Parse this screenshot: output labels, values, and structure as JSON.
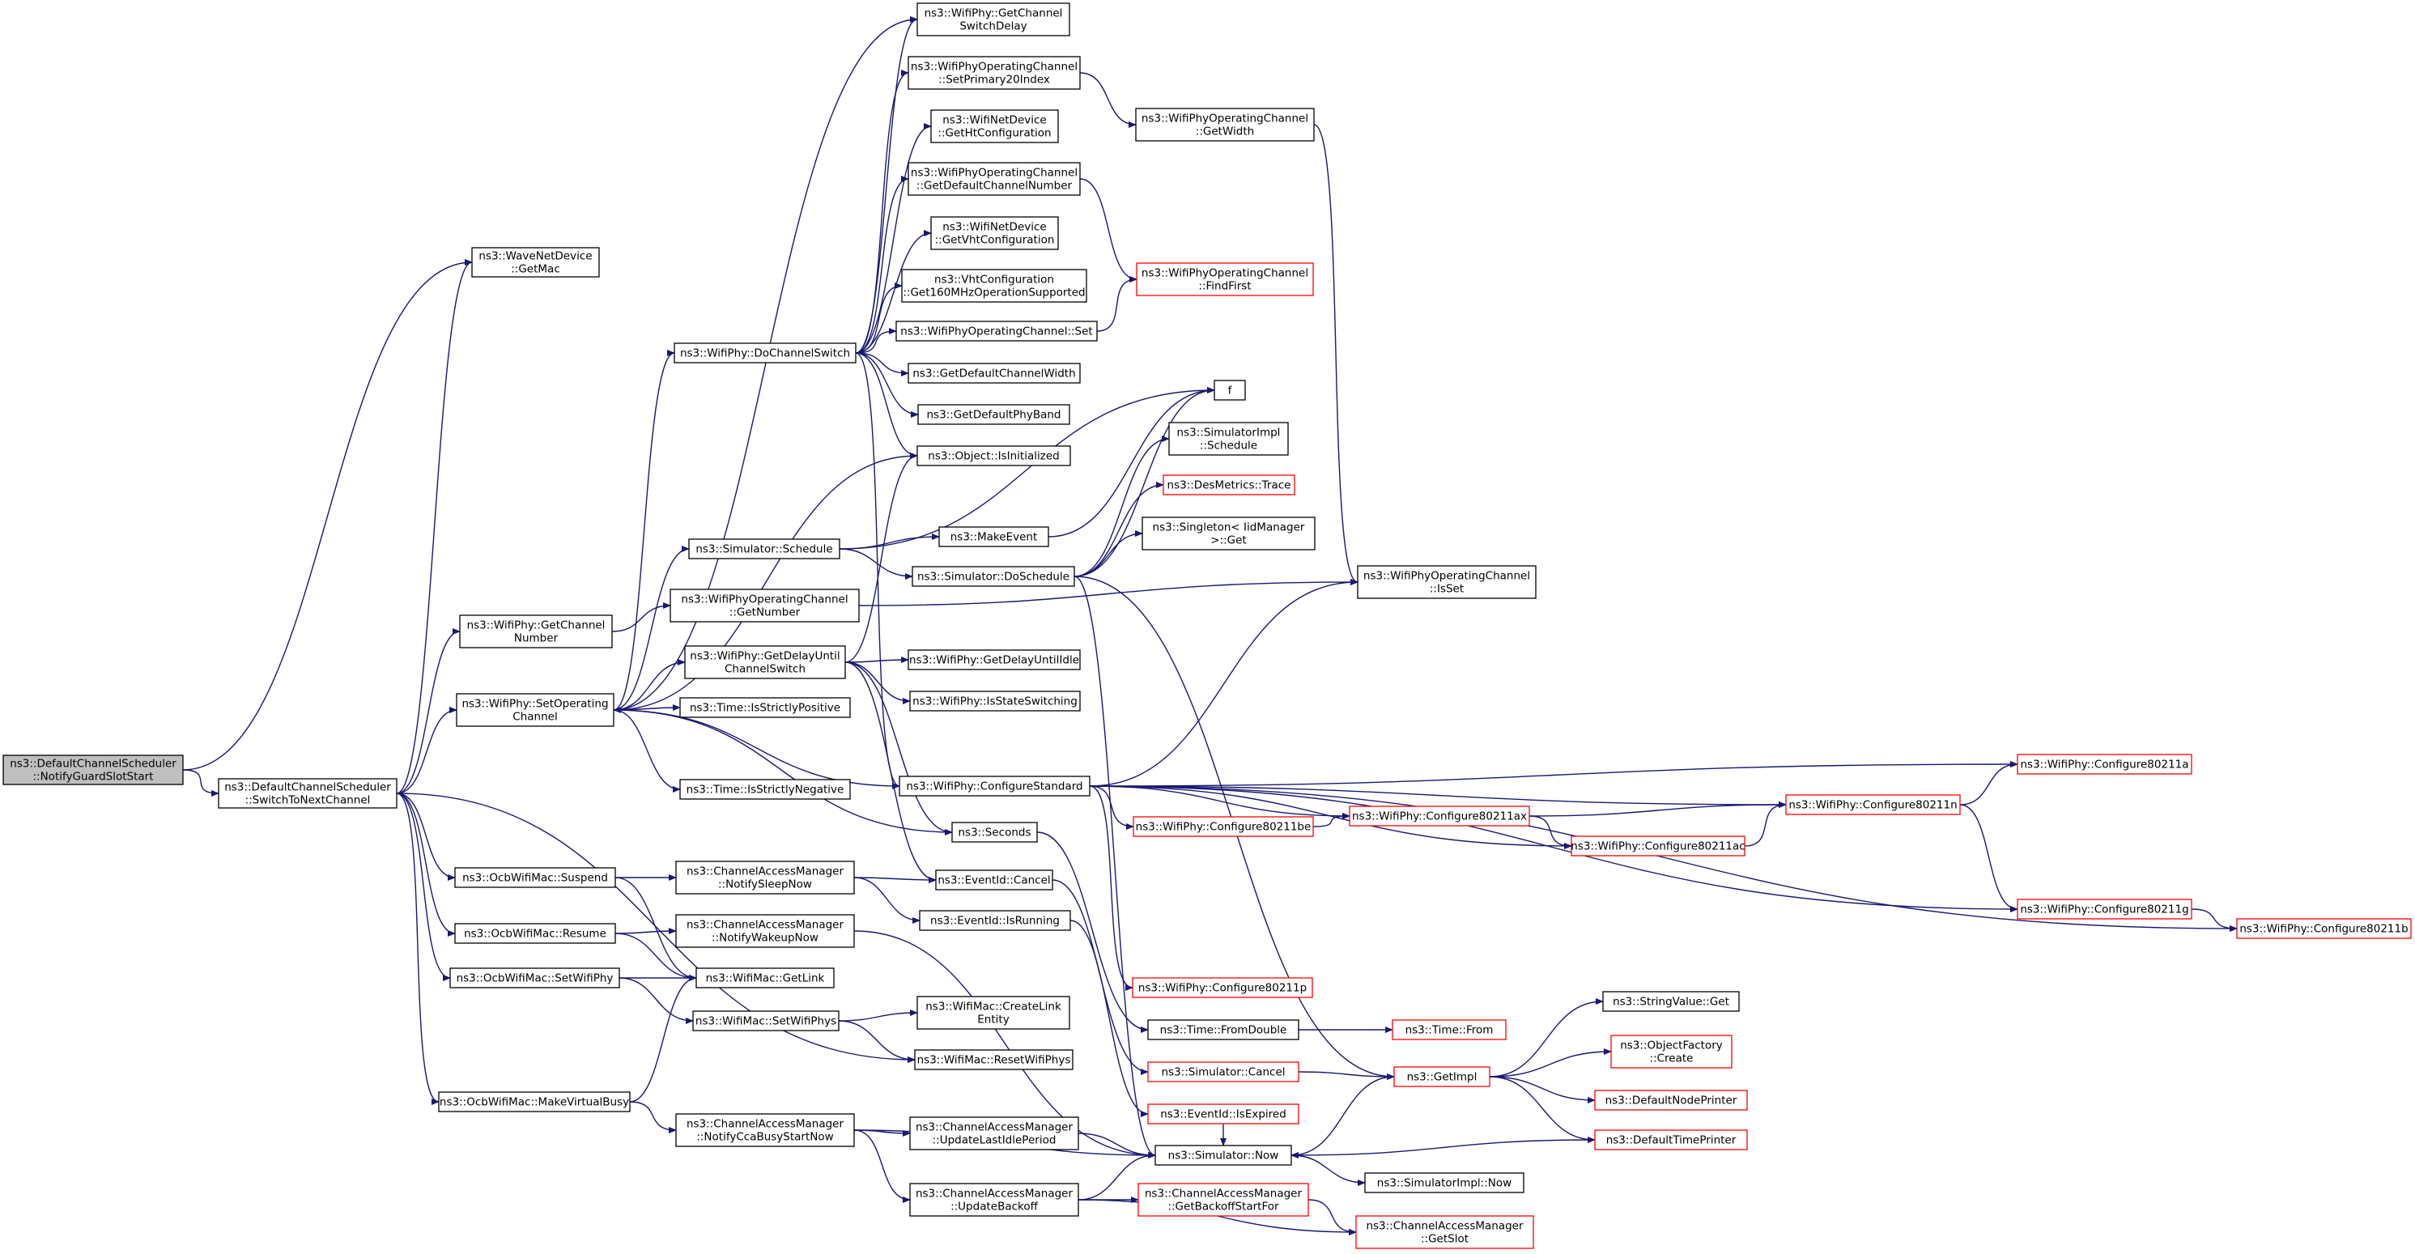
{
  "nodes": [
    {
      "id": "n0",
      "lines": [
        "ns3::DefaultChannelScheduler",
        "::NotifyGuardSlotStart"
      ],
      "style": "root"
    },
    {
      "id": "n1",
      "lines": [
        "ns3::DefaultChannelScheduler",
        "::SwitchToNextChannel"
      ],
      "style": "normal"
    },
    {
      "id": "n2",
      "lines": [
        "ns3::WaveNetDevice",
        "::GetMac"
      ],
      "style": "normal"
    },
    {
      "id": "n3",
      "lines": [
        "ns3::WifiPhy::GetChannel",
        "SwitchDelay"
      ],
      "style": "normal"
    },
    {
      "id": "n4",
      "lines": [
        "ns3::WifiPhyOperatingChannel",
        "::SetPrimary20Index"
      ],
      "style": "normal"
    },
    {
      "id": "n5",
      "lines": [
        "ns3::WifiNetDevice",
        "::GetHtConfiguration"
      ],
      "style": "normal"
    },
    {
      "id": "n6",
      "lines": [
        "ns3::WifiPhyOperatingChannel",
        "::GetDefaultChannelNumber"
      ],
      "style": "normal"
    },
    {
      "id": "n7",
      "lines": [
        "ns3::WifiNetDevice",
        "::GetVhtConfiguration"
      ],
      "style": "normal"
    },
    {
      "id": "n8",
      "lines": [
        "ns3::VhtConfiguration",
        "::Get160MHzOperationSupported"
      ],
      "style": "normal"
    },
    {
      "id": "n9",
      "lines": [
        "ns3::WifiPhyOperatingChannel::Set"
      ],
      "style": "normal"
    },
    {
      "id": "n10",
      "lines": [
        "ns3::GetDefaultChannelWidth"
      ],
      "style": "normal"
    },
    {
      "id": "n11",
      "lines": [
        "ns3::GetDefaultPhyBand"
      ],
      "style": "normal"
    },
    {
      "id": "n12",
      "lines": [
        "ns3::Object::IsInitialized"
      ],
      "style": "normal"
    },
    {
      "id": "n13",
      "lines": [
        "ns3::WifiPhyOperatingChannel",
        "::GetWidth"
      ],
      "style": "normal"
    },
    {
      "id": "n14",
      "lines": [
        "ns3::WifiPhyOperatingChannel",
        "::FindFirst"
      ],
      "style": "red"
    },
    {
      "id": "n15",
      "lines": [
        "f"
      ],
      "style": "normal"
    },
    {
      "id": "n16",
      "lines": [
        "ns3::SimulatorImpl",
        "::Schedule"
      ],
      "style": "normal"
    },
    {
      "id": "n17",
      "lines": [
        "ns3::DesMetrics::Trace"
      ],
      "style": "red"
    },
    {
      "id": "n18",
      "lines": [
        "ns3::Singleton< IidManager",
        ">::Get"
      ],
      "style": "normal"
    },
    {
      "id": "n19",
      "lines": [
        "ns3::WifiPhy::DoChannelSwitch"
      ],
      "style": "normal"
    },
    {
      "id": "n20",
      "lines": [
        "ns3::Simulator::Schedule"
      ],
      "style": "normal"
    },
    {
      "id": "n21",
      "lines": [
        "ns3::MakeEvent"
      ],
      "style": "normal"
    },
    {
      "id": "n22",
      "lines": [
        "ns3::Simulator::DoSchedule"
      ],
      "style": "normal"
    },
    {
      "id": "n23",
      "lines": [
        "ns3::WifiPhyOperatingChannel",
        "::GetNumber"
      ],
      "style": "normal"
    },
    {
      "id": "n24",
      "lines": [
        "ns3::WifiPhyOperatingChannel",
        "::IsSet"
      ],
      "style": "normal"
    },
    {
      "id": "n25",
      "lines": [
        "ns3::WifiPhy::GetChannel",
        "Number"
      ],
      "style": "normal"
    },
    {
      "id": "n26",
      "lines": [
        "ns3::WifiPhy::GetDelayUntil",
        "ChannelSwitch"
      ],
      "style": "normal"
    },
    {
      "id": "n27",
      "lines": [
        "ns3::WifiPhy::GetDelayUntilIdle"
      ],
      "style": "normal"
    },
    {
      "id": "n28",
      "lines": [
        "ns3::WifiPhy::IsStateSwitching"
      ],
      "style": "normal"
    },
    {
      "id": "n29",
      "lines": [
        "ns3::WifiPhy::SetOperating",
        "Channel"
      ],
      "style": "normal"
    },
    {
      "id": "n30",
      "lines": [
        "ns3::Time::IsStrictlyPositive"
      ],
      "style": "normal"
    },
    {
      "id": "n31",
      "lines": [
        "ns3::Time::IsStrictlyNegative"
      ],
      "style": "normal"
    },
    {
      "id": "n32",
      "lines": [
        "ns3::WifiPhy::ConfigureStandard"
      ],
      "style": "normal"
    },
    {
      "id": "n33",
      "lines": [
        "ns3::WifiPhy::Configure80211a"
      ],
      "style": "red"
    },
    {
      "id": "n34",
      "lines": [
        "ns3::WifiPhy::Configure80211n"
      ],
      "style": "red"
    },
    {
      "id": "n35",
      "lines": [
        "ns3::WifiPhy::Configure80211be"
      ],
      "style": "red"
    },
    {
      "id": "n36",
      "lines": [
        "ns3::WifiPhy::Configure80211ax"
      ],
      "style": "red"
    },
    {
      "id": "n37",
      "lines": [
        "ns3::WifiPhy::Configure80211ac"
      ],
      "style": "red"
    },
    {
      "id": "n38",
      "lines": [
        "ns3::Seconds"
      ],
      "style": "normal"
    },
    {
      "id": "n39",
      "lines": [
        "ns3::WifiPhy::Configure80211g"
      ],
      "style": "red"
    },
    {
      "id": "n40",
      "lines": [
        "ns3::WifiPhy::Configure80211b"
      ],
      "style": "red"
    },
    {
      "id": "n41",
      "lines": [
        "ns3::OcbWifiMac::Suspend"
      ],
      "style": "normal"
    },
    {
      "id": "n42",
      "lines": [
        "ns3::ChannelAccessManager",
        "::NotifySleepNow"
      ],
      "style": "normal"
    },
    {
      "id": "n43",
      "lines": [
        "ns3::EventId::Cancel"
      ],
      "style": "normal"
    },
    {
      "id": "n44",
      "lines": [
        "ns3::EventId::IsRunning"
      ],
      "style": "normal"
    },
    {
      "id": "n45",
      "lines": [
        "ns3::OcbWifiMac::Resume"
      ],
      "style": "normal"
    },
    {
      "id": "n46",
      "lines": [
        "ns3::ChannelAccessManager",
        "::NotifyWakeupNow"
      ],
      "style": "normal"
    },
    {
      "id": "n47",
      "lines": [
        "ns3::OcbWifiMac::SetWifiPhy"
      ],
      "style": "normal"
    },
    {
      "id": "n48",
      "lines": [
        "ns3::WifiMac::GetLink"
      ],
      "style": "normal"
    },
    {
      "id": "n49",
      "lines": [
        "ns3::WifiPhy::Configure80211p"
      ],
      "style": "red"
    },
    {
      "id": "n50",
      "lines": [
        "ns3::WifiMac::SetWifiPhys"
      ],
      "style": "normal"
    },
    {
      "id": "n51",
      "lines": [
        "ns3::WifiMac::CreateLink",
        "Entity"
      ],
      "style": "normal"
    },
    {
      "id": "n52",
      "lines": [
        "ns3::Time::FromDouble"
      ],
      "style": "normal"
    },
    {
      "id": "n53",
      "lines": [
        "ns3::Time::From"
      ],
      "style": "red"
    },
    {
      "id": "n54",
      "lines": [
        "ns3::StringValue::Get"
      ],
      "style": "normal"
    },
    {
      "id": "n55",
      "lines": [
        "ns3::ObjectFactory",
        "::Create"
      ],
      "style": "red"
    },
    {
      "id": "n56",
      "lines": [
        "ns3::WifiMac::ResetWifiPhys"
      ],
      "style": "normal"
    },
    {
      "id": "n57",
      "lines": [
        "ns3::Simulator::Cancel"
      ],
      "style": "red"
    },
    {
      "id": "n58",
      "lines": [
        "ns3::GetImpl"
      ],
      "style": "red"
    },
    {
      "id": "n59",
      "lines": [
        "ns3::DefaultNodePrinter"
      ],
      "style": "red"
    },
    {
      "id": "n60",
      "lines": [
        "ns3::OcbWifiMac::MakeVirtualBusy"
      ],
      "style": "normal"
    },
    {
      "id": "n61",
      "lines": [
        "ns3::ChannelAccessManager",
        "::UpdateLastIdlePeriod"
      ],
      "style": "normal"
    },
    {
      "id": "n62",
      "lines": [
        "ns3::EventId::IsExpired"
      ],
      "style": "red"
    },
    {
      "id": "n63",
      "lines": [
        "ns3::ChannelAccessManager",
        "::NotifyCcaBusyStartNow"
      ],
      "style": "normal"
    },
    {
      "id": "n64",
      "lines": [
        "ns3::DefaultTimePrinter"
      ],
      "style": "red"
    },
    {
      "id": "n65",
      "lines": [
        "ns3::Simulator::Now"
      ],
      "style": "normal"
    },
    {
      "id": "n66",
      "lines": [
        "ns3::SimulatorImpl::Now"
      ],
      "style": "normal"
    },
    {
      "id": "n67",
      "lines": [
        "ns3::ChannelAccessManager",
        "::UpdateBackoff"
      ],
      "style": "normal"
    },
    {
      "id": "n68",
      "lines": [
        "ns3::ChannelAccessManager",
        "::GetBackoffStartFor"
      ],
      "style": "red"
    },
    {
      "id": "n69",
      "lines": [
        "ns3::ChannelAccessManager",
        "::GetSlot"
      ],
      "style": "red"
    }
  ],
  "edges": [
    [
      "n0",
      "n1"
    ],
    [
      "n0",
      "n2"
    ],
    [
      "n1",
      "n2"
    ],
    [
      "n1",
      "n29"
    ],
    [
      "n1",
      "n25"
    ],
    [
      "n1",
      "n41"
    ],
    [
      "n1",
      "n45"
    ],
    [
      "n1",
      "n47"
    ],
    [
      "n1",
      "n56"
    ],
    [
      "n1",
      "n60"
    ],
    [
      "n25",
      "n23"
    ],
    [
      "n29",
      "n19"
    ],
    [
      "n29",
      "n20"
    ],
    [
      "n29",
      "n12"
    ],
    [
      "n29",
      "n26"
    ],
    [
      "n29",
      "n30"
    ],
    [
      "n29",
      "n31"
    ],
    [
      "n29",
      "n38"
    ],
    [
      "n29",
      "n3"
    ],
    [
      "n19",
      "n3"
    ],
    [
      "n19",
      "n4"
    ],
    [
      "n19",
      "n5"
    ],
    [
      "n19",
      "n6"
    ],
    [
      "n19",
      "n7"
    ],
    [
      "n19",
      "n8"
    ],
    [
      "n19",
      "n9"
    ],
    [
      "n19",
      "n10"
    ],
    [
      "n19",
      "n11"
    ],
    [
      "n19",
      "n12"
    ],
    [
      "n19",
      "n32"
    ],
    [
      "n4",
      "n13"
    ],
    [
      "n6",
      "n14"
    ],
    [
      "n9",
      "n14"
    ],
    [
      "n13",
      "n24"
    ],
    [
      "n23",
      "n24"
    ],
    [
      "n20",
      "n15"
    ],
    [
      "n20",
      "n21"
    ],
    [
      "n20",
      "n22"
    ],
    [
      "n21",
      "n15"
    ],
    [
      "n22",
      "n15"
    ],
    [
      "n22",
      "n16"
    ],
    [
      "n22",
      "n17"
    ],
    [
      "n22",
      "n18"
    ],
    [
      "n22",
      "n58"
    ],
    [
      "n22",
      "n65"
    ],
    [
      "n26",
      "n27"
    ],
    [
      "n26",
      "n28"
    ],
    [
      "n26",
      "n38"
    ],
    [
      "n26",
      "n43"
    ],
    [
      "n26",
      "n12"
    ],
    [
      "n32",
      "n29"
    ],
    [
      "n32",
      "n24"
    ],
    [
      "n32",
      "n33"
    ],
    [
      "n32",
      "n34"
    ],
    [
      "n32",
      "n35"
    ],
    [
      "n32",
      "n36"
    ],
    [
      "n32",
      "n37"
    ],
    [
      "n32",
      "n39"
    ],
    [
      "n32",
      "n40"
    ],
    [
      "n32",
      "n49"
    ],
    [
      "n35",
      "n36"
    ],
    [
      "n36",
      "n34"
    ],
    [
      "n36",
      "n37"
    ],
    [
      "n37",
      "n34"
    ],
    [
      "n34",
      "n33"
    ],
    [
      "n34",
      "n39"
    ],
    [
      "n39",
      "n40"
    ],
    [
      "n38",
      "n52"
    ],
    [
      "n52",
      "n53"
    ],
    [
      "n41",
      "n42"
    ],
    [
      "n41",
      "n48"
    ],
    [
      "n42",
      "n43"
    ],
    [
      "n42",
      "n44"
    ],
    [
      "n45",
      "n46"
    ],
    [
      "n45",
      "n48"
    ],
    [
      "n46",
      "n65"
    ],
    [
      "n47",
      "n48"
    ],
    [
      "n47",
      "n50"
    ],
    [
      "n50",
      "n51"
    ],
    [
      "n50",
      "n56"
    ],
    [
      "n60",
      "n48"
    ],
    [
      "n60",
      "n63"
    ],
    [
      "n63",
      "n61"
    ],
    [
      "n63",
      "n65"
    ],
    [
      "n63",
      "n67"
    ],
    [
      "n61",
      "n65"
    ],
    [
      "n67",
      "n65"
    ],
    [
      "n67",
      "n68"
    ],
    [
      "n67",
      "n69"
    ],
    [
      "n68",
      "n69"
    ],
    [
      "n43",
      "n57"
    ],
    [
      "n44",
      "n62"
    ],
    [
      "n57",
      "n58"
    ],
    [
      "n62",
      "n65"
    ],
    [
      "n58",
      "n54"
    ],
    [
      "n58",
      "n55"
    ],
    [
      "n58",
      "n59"
    ],
    [
      "n58",
      "n64"
    ],
    [
      "n58",
      "n65"
    ],
    [
      "n64",
      "n65"
    ],
    [
      "n65",
      "n66"
    ]
  ]
}
